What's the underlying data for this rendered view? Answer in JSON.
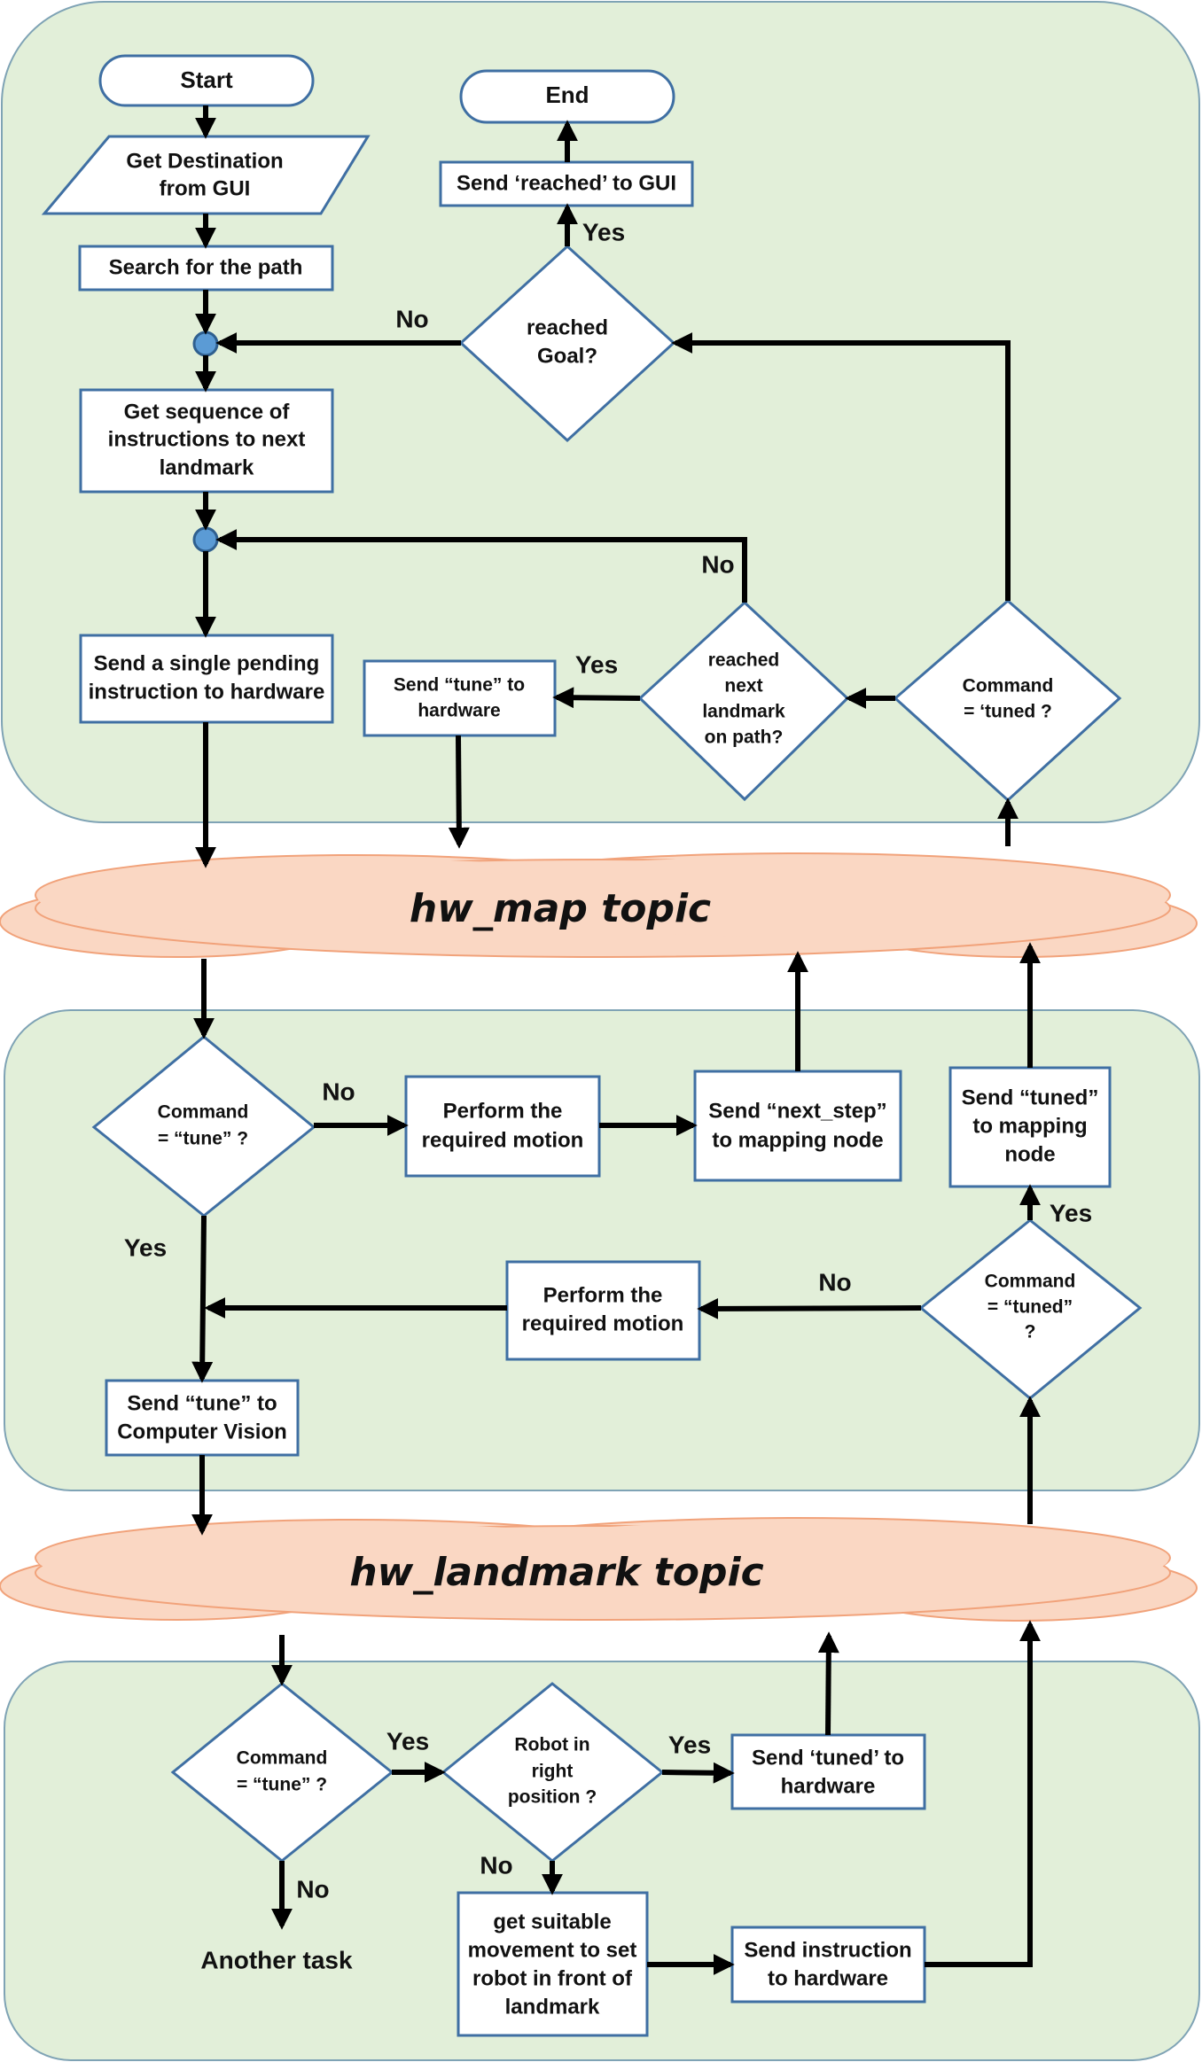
{
  "nodes": {
    "start": "Start",
    "get_destination": [
      "Get Destination",
      "from GUI"
    ],
    "search_path": "Search for the path",
    "get_sequence": [
      "Get sequence of",
      "instructions to next",
      "landmark"
    ],
    "send_single": [
      "Send a single pending",
      "instruction to hardware"
    ],
    "send_tune_hw": [
      "Send “tune” to",
      "hardware"
    ],
    "reached_next": [
      "reached",
      "next",
      "landmark",
      "on path?"
    ],
    "command_tuned_top": [
      "Command",
      "= ‘tuned ?"
    ],
    "reached_goal": [
      "reached",
      "Goal?"
    ],
    "send_reached": "Send ‘reached’ to GUI",
    "end": "End",
    "command_tune_mid": [
      "Command",
      "= “tune” ?"
    ],
    "perform_motion_1": [
      "Perform the",
      "required motion"
    ],
    "send_next_step": [
      "Send “next_step”",
      "to mapping node"
    ],
    "send_tuned_mapping": [
      "Send “tuned”",
      "to mapping",
      "node"
    ],
    "command_tuned_mid": [
      "Command",
      "= “tuned”",
      "?"
    ],
    "perform_motion_2": [
      "Perform the",
      "required motion"
    ],
    "send_tune_cv": [
      "Send “tune” to",
      "Computer Vision"
    ],
    "command_tune_bottom": [
      "Command",
      "= “tune” ?"
    ],
    "robot_position": [
      "Robot in",
      "right",
      "position ?"
    ],
    "send_tuned_hw": [
      "Send ‘tuned’ to",
      "hardware"
    ],
    "get_movement": [
      "get suitable",
      "movement to set",
      "robot in front of",
      "landmark"
    ],
    "send_instruction_hw": [
      "Send instruction",
      "to hardware"
    ],
    "another_task": "Another task"
  },
  "topics": {
    "hw_map": "hw_map topic",
    "hw_landmark": "hw_landmark topic"
  },
  "edge_labels": {
    "yes": "Yes",
    "no": "No"
  },
  "colors": {
    "panel_fill": "#e2efd9",
    "panel_stroke": "#7fa3b5",
    "box_stroke": "#3f6fa3",
    "cloud_fill": "#fad7c3",
    "cloud_stroke": "#f1a27a",
    "junction_fill": "#5b9bd5",
    "arrow": "#000000"
  }
}
